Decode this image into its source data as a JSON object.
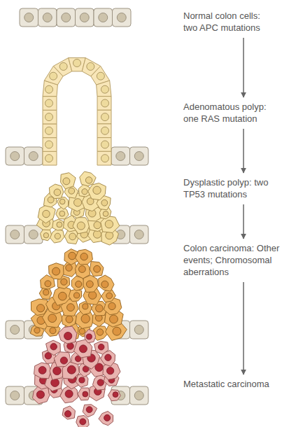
{
  "diagram": {
    "labels": [
      "Normal colon cells: two APC mutations",
      "Adenomatous polyp: one RAS mutation",
      "Dysplastic polyp: two TP53 mutations",
      "Colon carcinoma: Other events; Chromosomal aberrations",
      "Metastatic carcinoma"
    ]
  }
}
